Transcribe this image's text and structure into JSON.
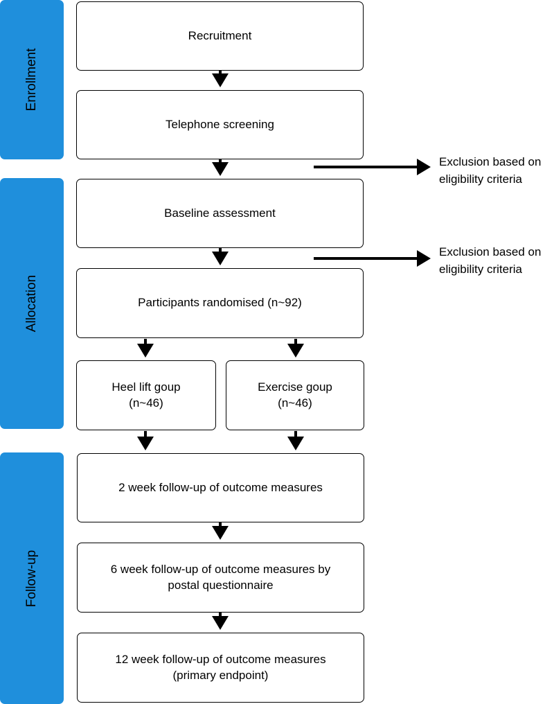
{
  "phases": {
    "enrollment": "Enrollment",
    "allocation": "Allocation",
    "followup": "Follow-up"
  },
  "boxes": {
    "recruitment": "Recruitment",
    "telephone": "Telephone screening",
    "baseline": "Baseline assessment",
    "randomised": "Participants randomised (n~92)",
    "heel_lift": "Heel lift goup\n(n~46)",
    "exercise": "Exercise goup\n(n~46)",
    "week2": "2 week follow-up of outcome measures",
    "week6": "6 week follow-up of outcome measures by\npostal questionnaire",
    "week12": "12 week follow-up of outcome measures\n(primary endpoint)"
  },
  "exclusions": {
    "first": "Exclusion based on\neligibility criteria",
    "second": "Exclusion based on\neligibility criteria"
  }
}
